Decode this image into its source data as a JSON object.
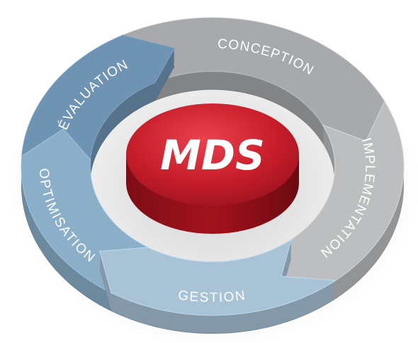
{
  "center": {
    "label": "MDS",
    "color": "#cc1f2c"
  },
  "segments": [
    {
      "label": "CONCEPTION",
      "color": "#a7a9ac"
    },
    {
      "label": "IMPLEMENTATION",
      "color": "#bcbec0"
    },
    {
      "label": "GESTION",
      "color": "#a9c3d6"
    },
    {
      "label": "OPTIMISATION",
      "color": "#8cafc9"
    },
    {
      "label": "ÉVALUATION",
      "color": "#6f93b2"
    }
  ]
}
